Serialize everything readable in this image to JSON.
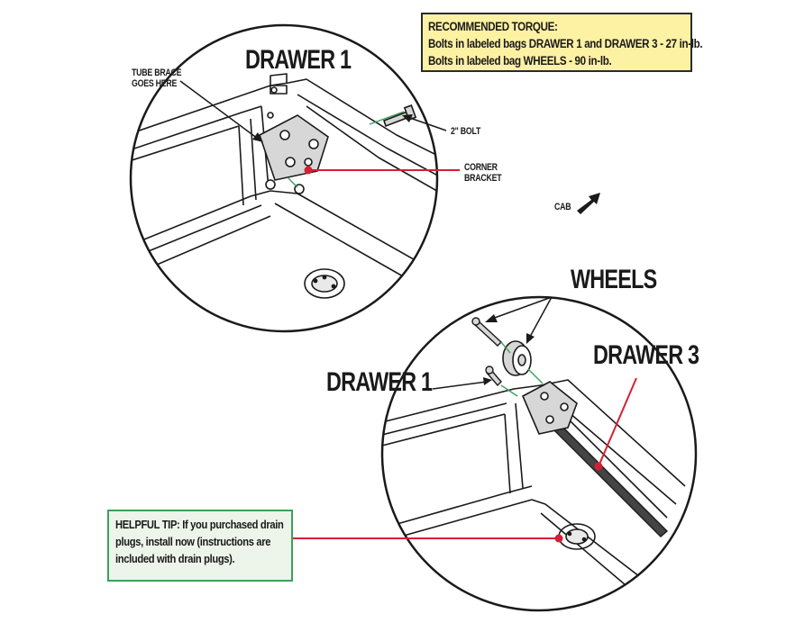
{
  "torque": {
    "title": "RECOMMENDED TORQUE:",
    "line1": "Bolts in labeled bags DRAWER 1 and DRAWER 3 - 27 in-lb.",
    "line2": "Bolts in labeled bag WHEELS - 90 in-lb."
  },
  "labels": {
    "drawer1_top": "DRAWER 1",
    "tube_brace_1": "TUBE BRACE",
    "tube_brace_2": "GOES HERE",
    "bolt": "2\" BOLT",
    "corner_1": "CORNER",
    "corner_2": "BRACKET",
    "cab": "CAB",
    "wheels": "WHEELS",
    "drawer3": "DRAWER 3",
    "drawer1_bottom": "DRAWER 1"
  },
  "tip": {
    "heading": "HELPFUL TIP:",
    "line1_rest": " If you purchased drain",
    "line2": "plugs, install now (instructions are",
    "line3": "included with drain plugs)."
  },
  "colors": {
    "leader_red": "#d42033",
    "tip_border": "#3aa15a",
    "torque_fill": "#fdf1a3",
    "outline": "#1a1a1a"
  }
}
